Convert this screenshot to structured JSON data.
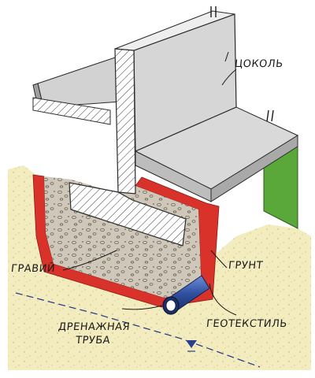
{
  "labels": {
    "tsokol": "ЦОКОЛЬ",
    "gravel": "ГРАВИЙ",
    "soil": "ГРУНТ",
    "drain_line1": "ДРЕНАЖНАЯ",
    "drain_line2": "ТРУБА",
    "geotextile": "ГЕОТЕКСТИЛЬ"
  },
  "colors": {
    "concrete": "#d2d2d2",
    "concrete_dark": "#a9a9a9",
    "geotextile": "#d8322a",
    "gravel": "#cfc8ba",
    "soil": "#f3ecbe",
    "grass": "#5aa83a",
    "pipe": "#2f4fa0",
    "water_line": "#2b3f8c"
  }
}
